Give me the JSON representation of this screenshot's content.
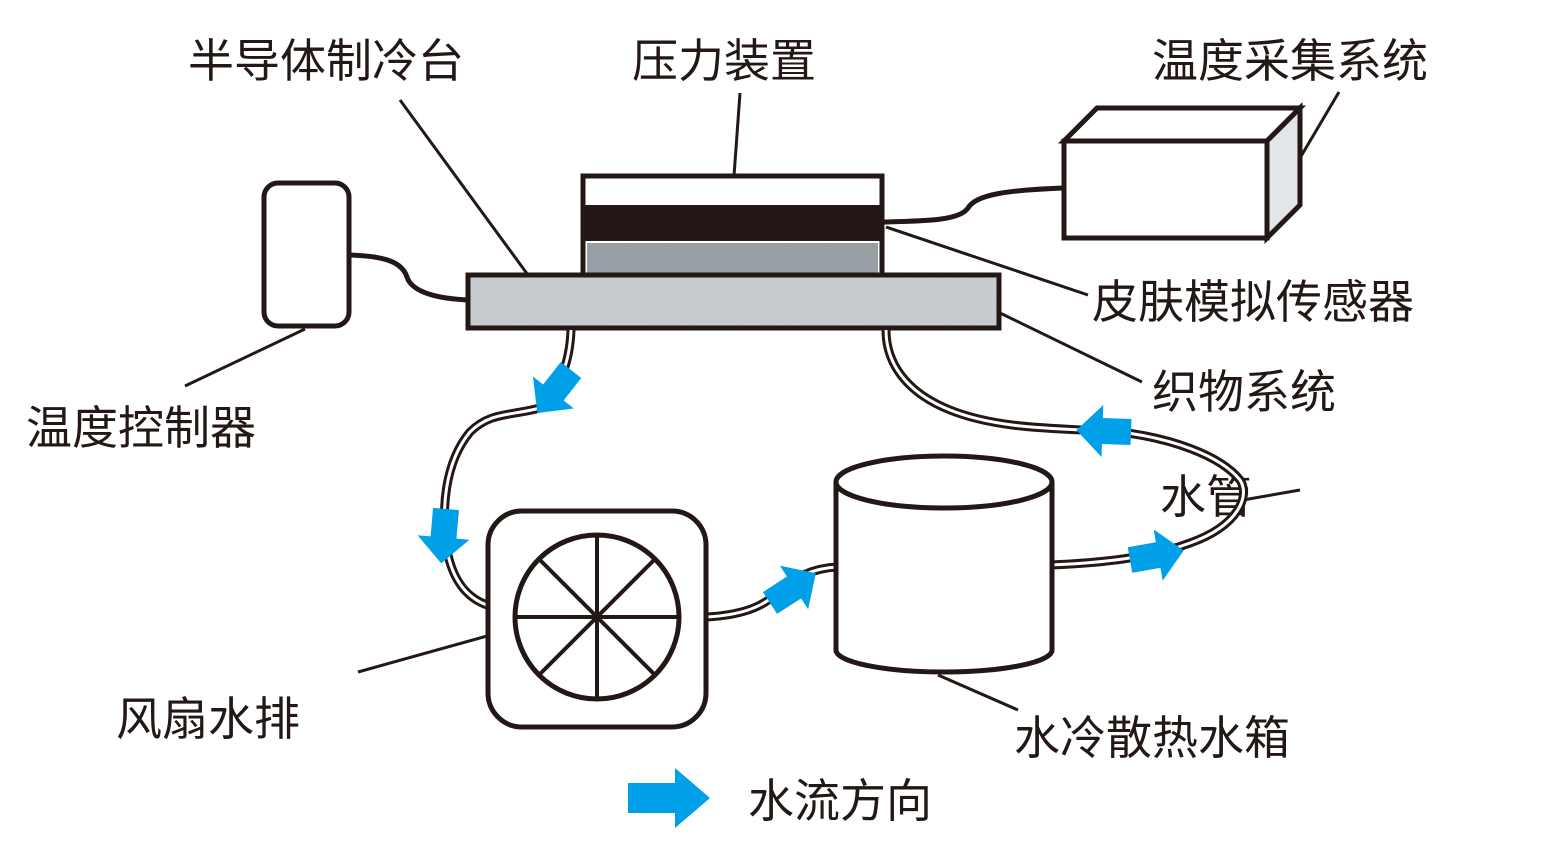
{
  "labels": {
    "cold_plate": "半导体制冷台",
    "pressure_device": "压力装置",
    "temp_acquisition": "温度采集系统",
    "temp_controller": "温度控制器",
    "skin_sensor": "皮肤模拟传感器",
    "fabric_system": "织物系统",
    "water_pipe": "水管",
    "fan_radiator": "风扇水排",
    "water_tank": "水冷散热水箱"
  },
  "legend": {
    "label": "水流方向",
    "icon": "arrow-right-icon"
  },
  "colors": {
    "ink": "#231815",
    "arrow": "#00a0e9",
    "sensor_gray": "#8e979c",
    "fabric_gray": "#c3c8cc"
  }
}
